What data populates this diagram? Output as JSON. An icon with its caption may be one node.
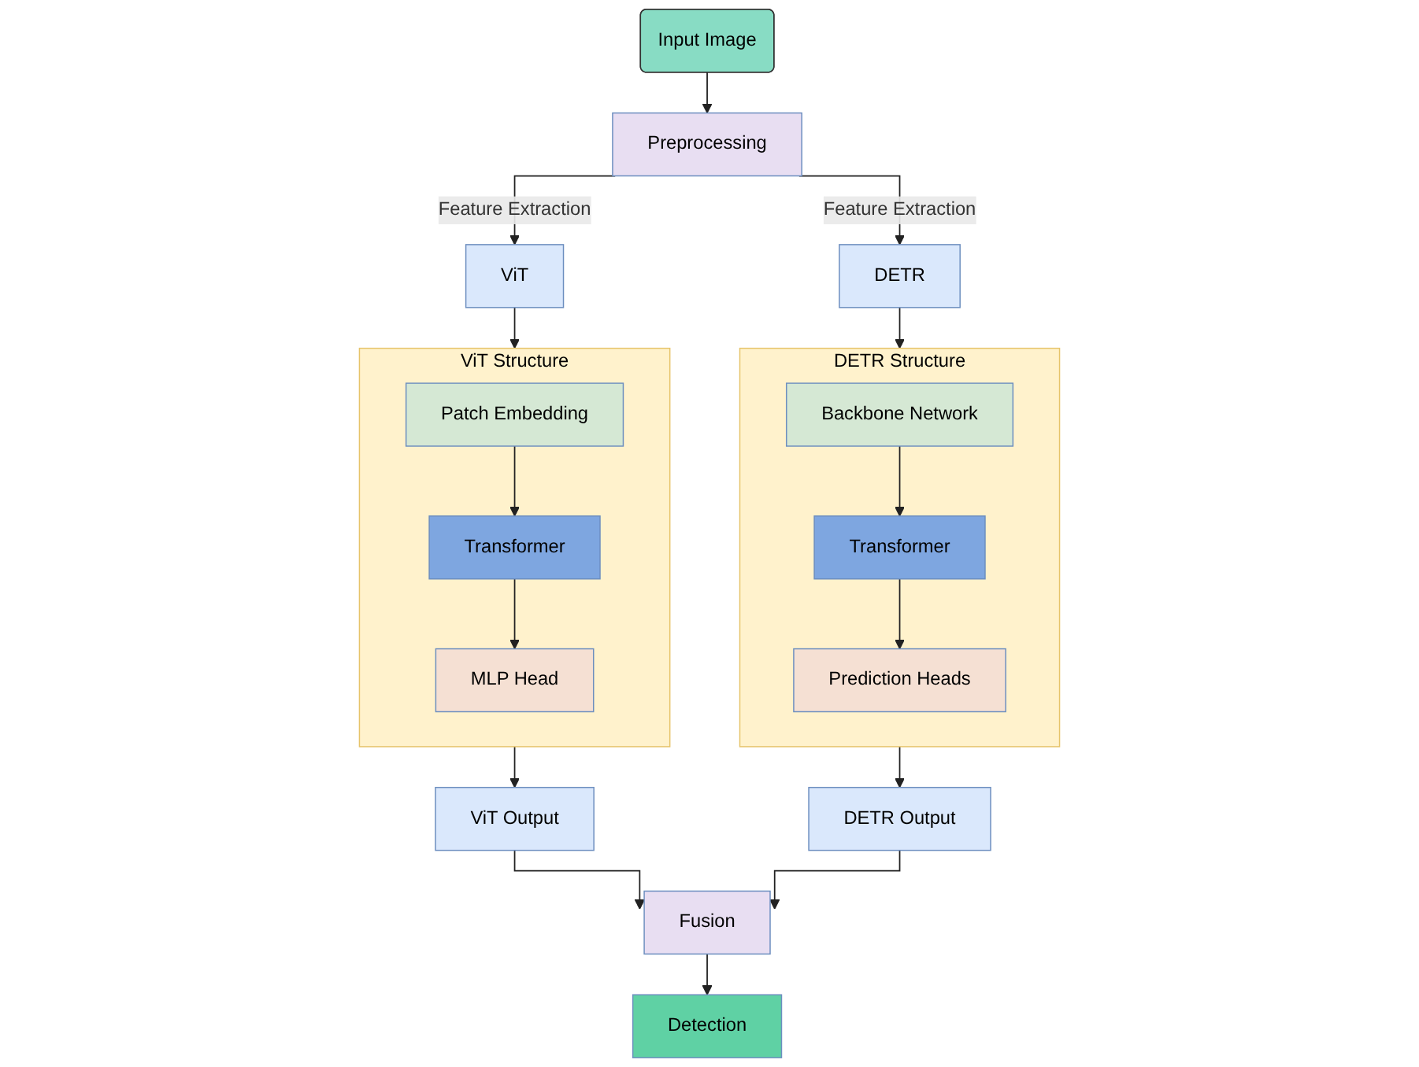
{
  "diagram": {
    "nodes": [
      {
        "text": [
          "Input Image"
        ]
      },
      {
        "text": [
          "Preprocessing"
        ]
      },
      {
        "text": [
          "ViT"
        ]
      },
      {
        "text": [
          "DETR"
        ]
      },
      {
        "text": [
          "ViT Structure"
        ]
      },
      {
        "text": [
          "Patch Embedding"
        ],
        "in": 4
      },
      {
        "text": [
          "Transformer"
        ],
        "in": 4
      },
      {
        "text": [
          "MLP Head"
        ],
        "in": 4
      },
      {
        "text": [
          "DETR Structure"
        ]
      },
      {
        "text": [
          "Backbone Network"
        ],
        "in": 8
      },
      {
        "text": [
          "Transformer"
        ],
        "in": 8
      },
      {
        "text": [
          "Prediction Heads"
        ],
        "in": 8
      },
      {
        "text": [
          "ViT Output"
        ]
      },
      {
        "text": [
          "DETR Output"
        ]
      },
      {
        "text": [
          "Fusion"
        ]
      },
      {
        "text": [
          "Detection"
        ]
      }
    ],
    "edges": [
      {
        "from": 0,
        "to": 1,
        "arrow": "to"
      },
      {
        "from": 1,
        "to": 2,
        "arrow": "to",
        "label": "Feature Extraction"
      },
      {
        "from": 1,
        "to": 3,
        "arrow": "to",
        "label": "Feature Extraction"
      },
      {
        "from": 2,
        "to": 4,
        "arrow": "to"
      },
      {
        "from": 5,
        "to": 6,
        "arrow": "to"
      },
      {
        "from": 6,
        "to": 7,
        "arrow": "to"
      },
      {
        "from": 3,
        "to": 8,
        "arrow": "to"
      },
      {
        "from": 9,
        "to": 10,
        "arrow": "to"
      },
      {
        "from": 10,
        "to": 11,
        "arrow": "to"
      },
      {
        "from": 4,
        "to": 12,
        "arrow": "to"
      },
      {
        "from": 8,
        "to": 13,
        "arrow": "to"
      },
      {
        "from": 12,
        "to": 14,
        "arrow": "to"
      },
      {
        "from": 13,
        "to": 14,
        "arrow": "to"
      },
      {
        "from": 14,
        "to": 15,
        "arrow": "to"
      }
    ]
  }
}
